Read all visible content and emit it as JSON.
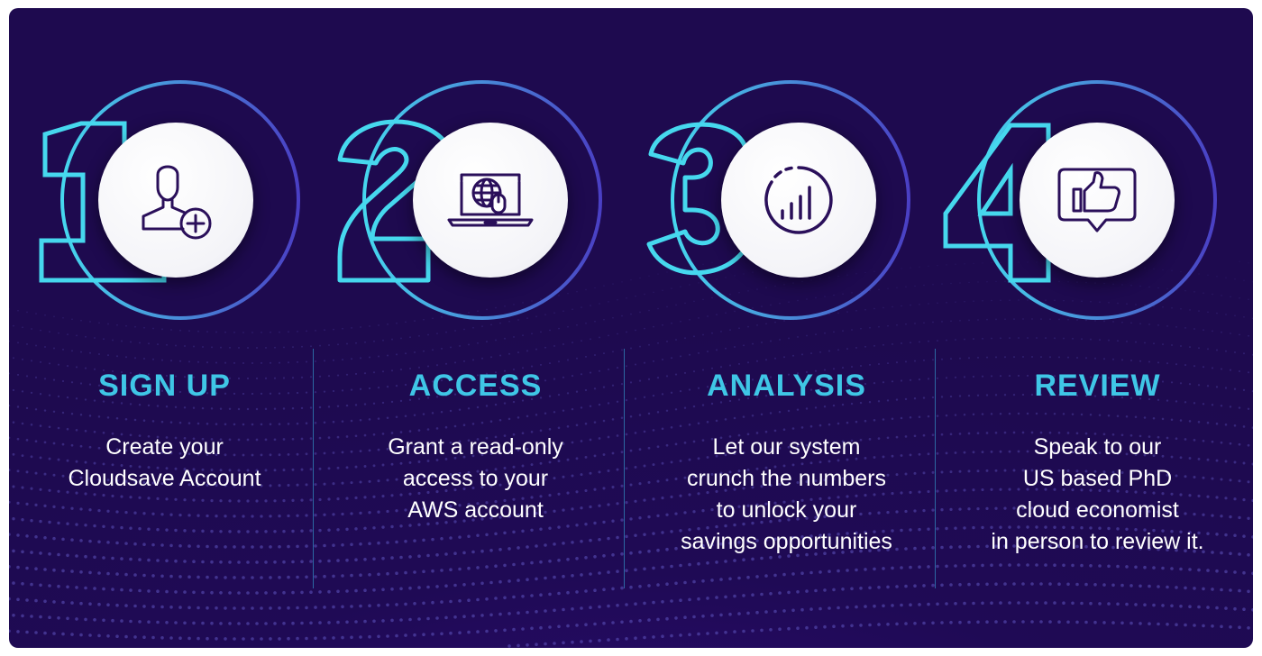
{
  "colors": {
    "background": "#1e0a4f",
    "accent_cyan": "#3fc6e6",
    "accent_violet": "#4a3fc4",
    "icon": "#2a0f5a",
    "text": "#ffffff"
  },
  "steps": [
    {
      "number": "1",
      "icon": "add-user-icon",
      "title": "SIGN UP",
      "lines": [
        "Create your",
        "Cloudsave Account"
      ]
    },
    {
      "number": "2",
      "icon": "laptop-globe-icon",
      "title": "ACCESS",
      "lines": [
        "Grant a read-only",
        "access to your",
        "AWS account"
      ]
    },
    {
      "number": "3",
      "icon": "analytics-gauge-icon",
      "title": "ANALYSIS",
      "lines": [
        "Let our system",
        "crunch the numbers",
        "to unlock your",
        "savings opportunities"
      ]
    },
    {
      "number": "4",
      "icon": "thumbs-up-bubble-icon",
      "title": "REVIEW",
      "lines": [
        "Speak to our",
        "US based PhD",
        "cloud economist",
        "in person to review it."
      ]
    }
  ]
}
